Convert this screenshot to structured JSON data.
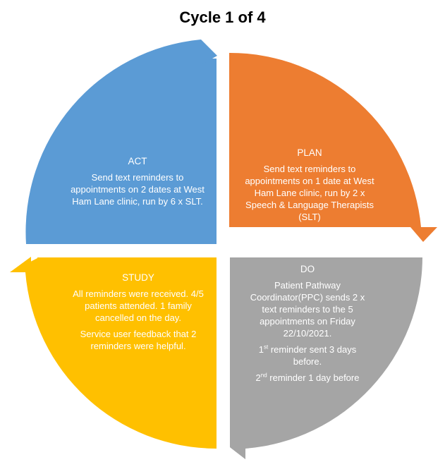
{
  "title": "Cycle 1 of 4",
  "colors": {
    "act": "#5b9bd5",
    "plan": "#ed7d31",
    "do": "#a5a5a5",
    "study": "#ffc000"
  },
  "act": {
    "heading": "ACT",
    "body": "Send text reminders to appointments on 2 dates at West Ham Lane clinic, run by 6 x SLT."
  },
  "plan": {
    "heading": "PLAN",
    "body": "Send text reminders to appointments on 1 date at West Ham Lane clinic, run by 2 x Speech & Language Therapists (SLT)"
  },
  "do": {
    "heading": "DO",
    "body": "Patient Pathway Coordinator(PPC) sends 2 x text reminders to the 5 appointments on Friday 22/10/2021.",
    "reminder1_ord": "1",
    "reminder1_sup": "st",
    "reminder1_rest": " reminder sent 3 days before.",
    "reminder2_ord": "2",
    "reminder2_sup": "nd",
    "reminder2_rest": " reminder 1 day before"
  },
  "study": {
    "heading": "STUDY",
    "body1": "All reminders were received. 4/5 patients attended. 1 family cancelled on the day.",
    "body2": "Service user feedback that 2 reminders were helpful."
  }
}
